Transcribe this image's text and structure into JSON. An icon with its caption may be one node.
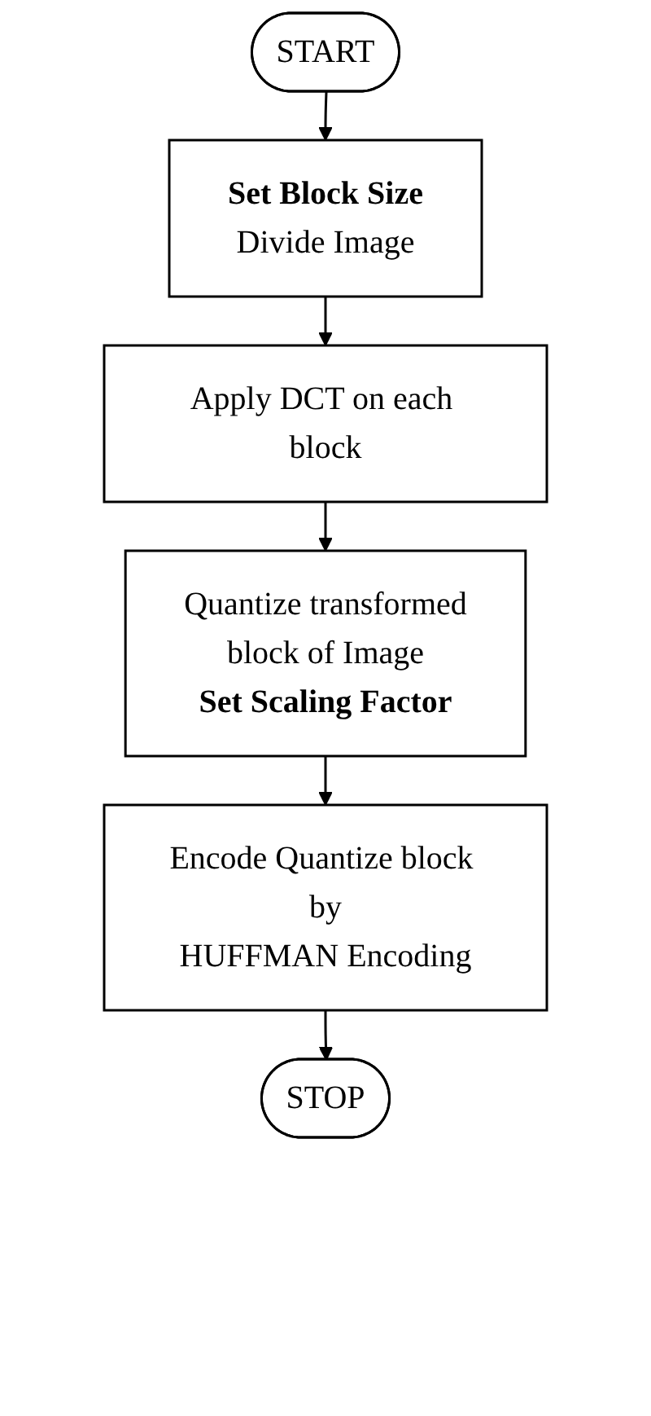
{
  "diagram": {
    "nodes": [
      {
        "text": [
          "START"
        ]
      },
      {
        "text": [
          "Set Block Size",
          "Divide Image"
        ]
      },
      {
        "text": [
          "Apply DCT on each block"
        ]
      },
      {
        "text": [
          "Quantize transformed block of Image",
          "Set Scaling Factor"
        ]
      },
      {
        "text": [
          "Encode Quantize block by HUFFMAN Encoding"
        ]
      },
      {
        "text": [
          "STOP"
        ]
      }
    ],
    "edges": [
      {
        "from": 0,
        "to": 1,
        "arrow": "to"
      },
      {
        "from": 1,
        "to": 2,
        "arrow": "to"
      },
      {
        "from": 2,
        "to": 3,
        "arrow": "to"
      },
      {
        "from": 3,
        "to": 4,
        "arrow": "to"
      },
      {
        "from": 4,
        "to": 5,
        "arrow": "to"
      }
    ]
  }
}
